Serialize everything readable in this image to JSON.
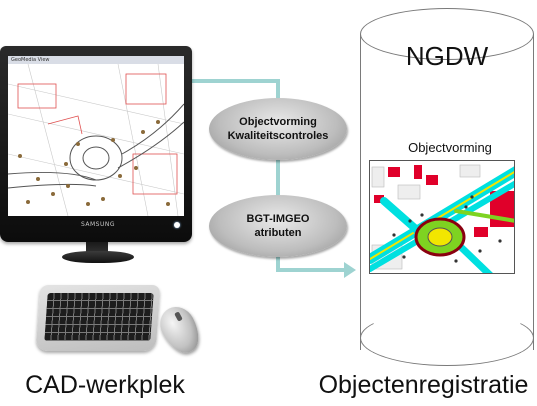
{
  "monitor": {
    "titlebar_text": "GeoMedia View",
    "brand_label": "SAMSUNG"
  },
  "process_steps": [
    {
      "line1": "Objectvorming",
      "line2": "Kwaliteitscontroles"
    },
    {
      "line1": "BGT-IMGEO",
      "line2": "atributen"
    }
  ],
  "database": {
    "name": "NGDW",
    "preview_title": "Objectvorming"
  },
  "labels": {
    "workstation": "CAD-werkplek",
    "registration": "Objectenregistratie"
  },
  "colors": {
    "arrow": "#9ed3d1",
    "pill_fill": "#bdbdbd",
    "cylinder_border": "#7a7a7a",
    "map_red": "#e0002a",
    "map_cyan": "#00e0e0",
    "map_green": "#7ed321",
    "map_yellow": "#f2e600"
  },
  "icons": [
    "monitor-icon",
    "keyboard-icon",
    "mouse-icon",
    "database-cylinder-icon"
  ]
}
